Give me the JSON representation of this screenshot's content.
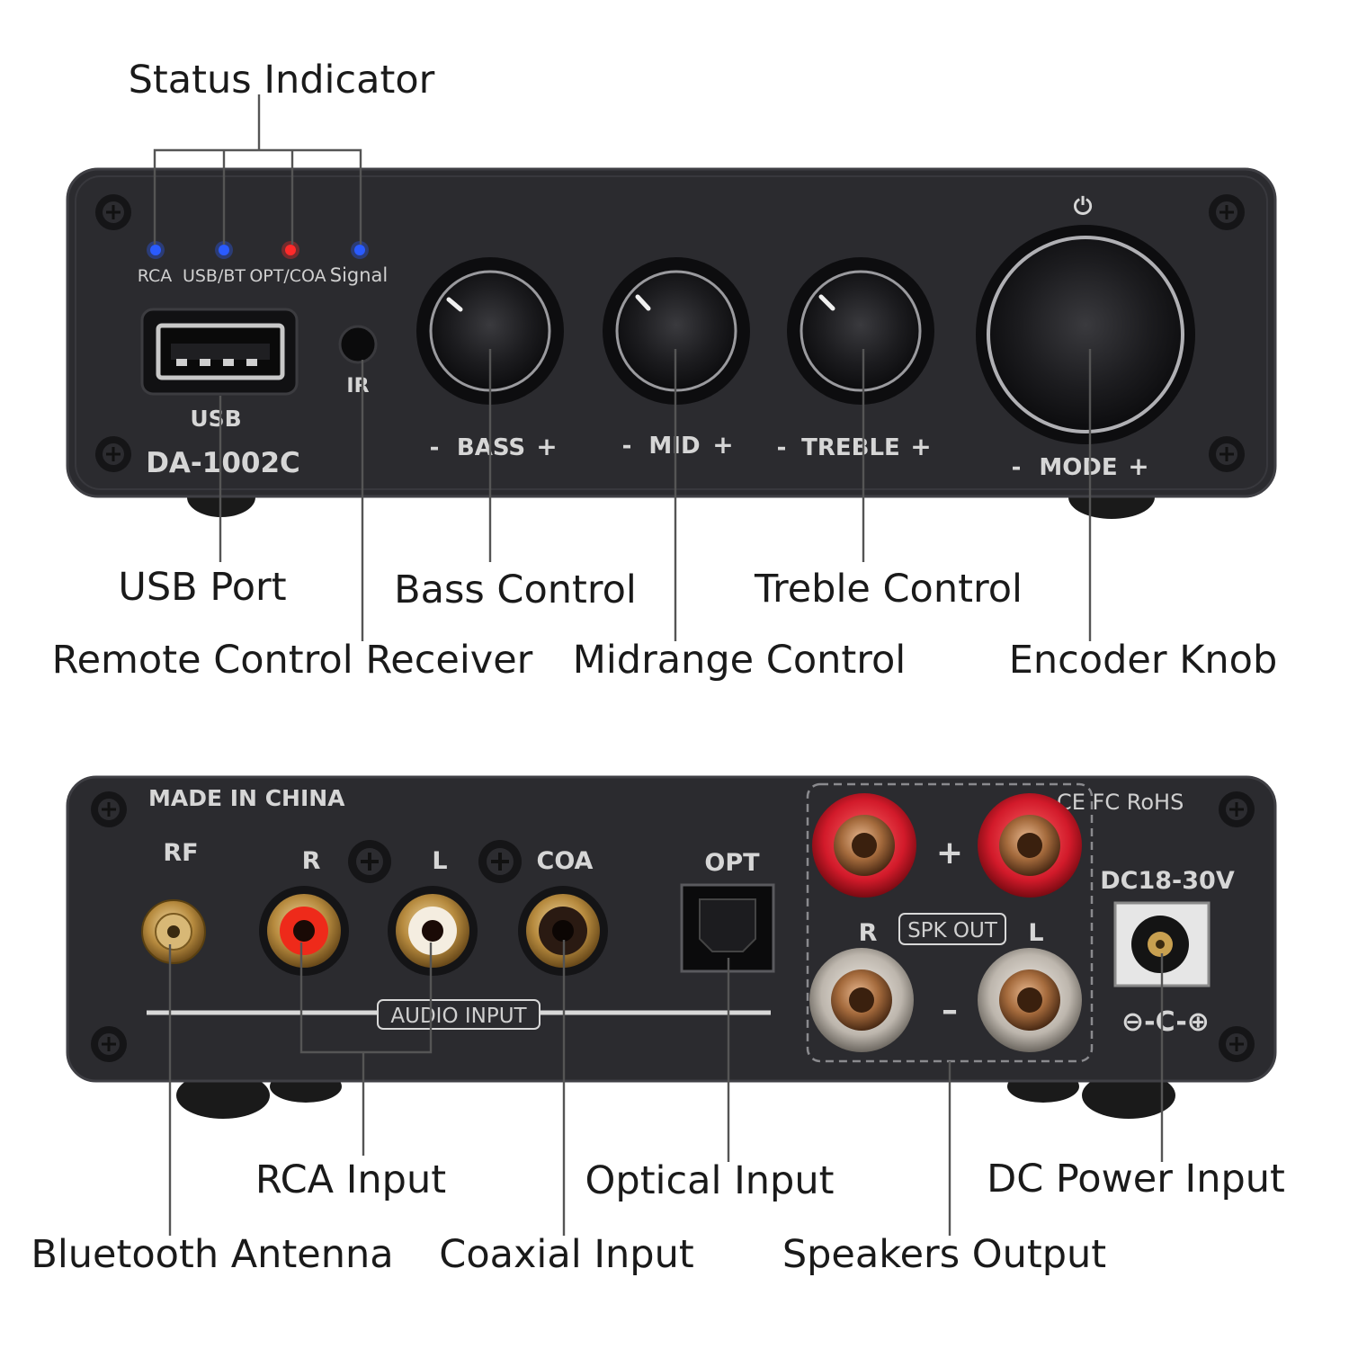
{
  "front": {
    "leds": [
      "RCA",
      "USB/BT",
      "OPT/COA",
      "Signal"
    ],
    "usb_label": "USB",
    "ir_label": "IR",
    "model": "DA-1002C",
    "bass_label": "BASS",
    "mid_label": "MID",
    "treble_label": "TREBLE",
    "mode_label": "MODE",
    "minus": "-",
    "plus": "+",
    "power_symbol": "⏻",
    "led_colors": [
      "#2a5bff",
      "#2a5bff",
      "#ff2a2a",
      "#2a5bff"
    ]
  },
  "front_callouts": {
    "status": "Status Indicator",
    "usb": "USB Port",
    "ir": "Remote Control Receiver",
    "bass": "Bass Control",
    "mid": "Midrange Control",
    "treble": "Treble Control",
    "encoder": "Encoder Knob"
  },
  "back": {
    "made_in": "MADE IN CHINA",
    "rf": "RF",
    "r": "R",
    "l": "L",
    "coa": "COA",
    "opt": "OPT",
    "audio_input": "AUDIO INPUT",
    "certs": "CE FC RoHS",
    "plus": "+",
    "minus": "–",
    "spk_r": "R",
    "spk_l": "L",
    "spk_out": "SPK OUT",
    "dc": "DC18-30V",
    "polarity": "⊖-C-⊕"
  },
  "back_callouts": {
    "rca": "RCA Input",
    "bt": "Bluetooth Antenna",
    "coax": "Coaxial Input",
    "optical": "Optical Input",
    "speakers": "Speakers Output",
    "dc": "DC Power Input"
  }
}
